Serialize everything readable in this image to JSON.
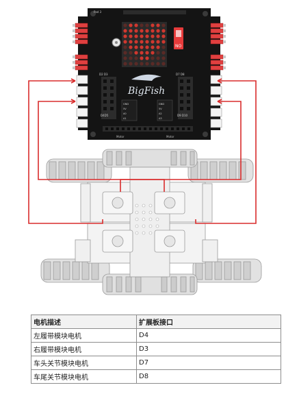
{
  "board": {
    "brand": "BigFish",
    "top_label": "Pad 3",
    "switch_label": "NO",
    "left_connector_labels": [
      "D2 D3",
      "D4 D5"
    ],
    "right_connector_labels": [
      "D7 D8",
      "D9 D10"
    ],
    "left_small_connector": "D4D5",
    "right_small_connector": "D9 D10",
    "bottom_label_left": "Motor",
    "bottom_label_right": "Motor"
  },
  "table": {
    "headers": [
      "电机描述",
      "扩展板接口"
    ],
    "rows": [
      [
        "左履带模块电机",
        "D4"
      ],
      [
        "右履带模块电机",
        "D3"
      ],
      [
        "车头关节模块电机",
        "D7"
      ],
      [
        "车尾关节模块电机",
        "D8"
      ]
    ]
  },
  "colors": {
    "board": "#141414",
    "wire": "#d92b2b",
    "servo_plug": "#e04040",
    "led_matrix": "#d0382f",
    "robot_outline": "#9a9a9a"
  }
}
